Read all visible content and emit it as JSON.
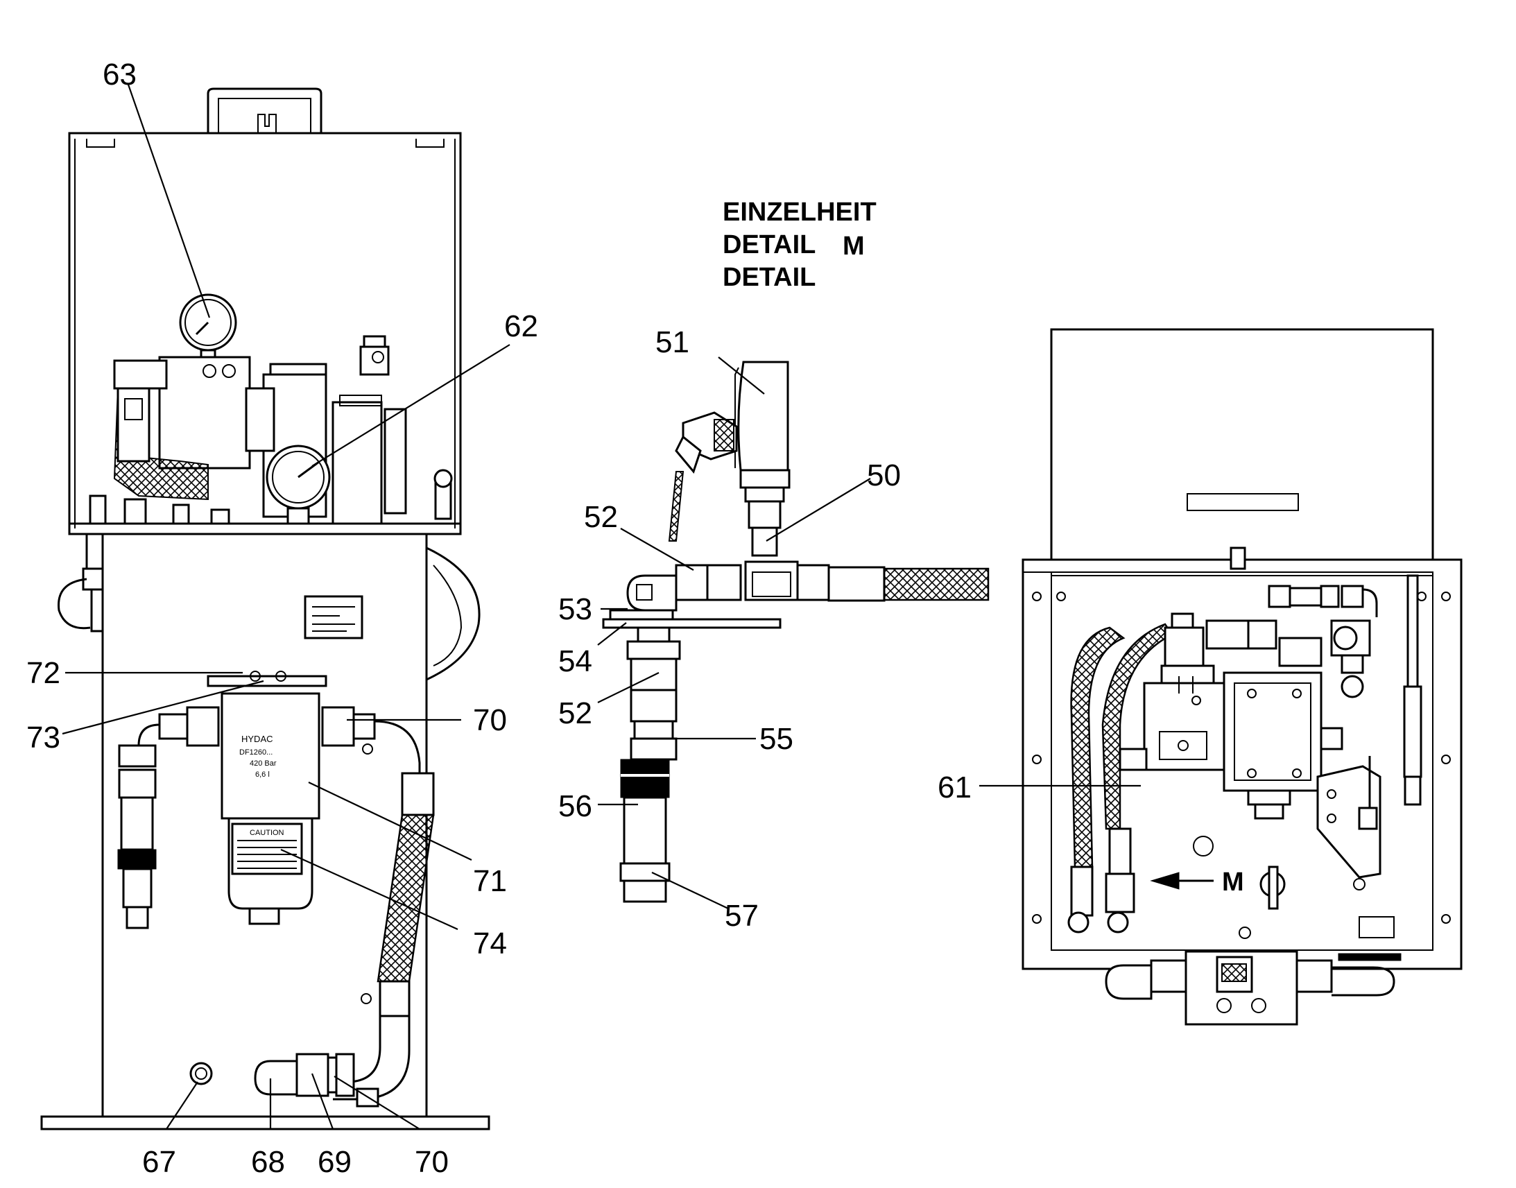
{
  "detail_title": {
    "line1": "EINZELHEIT",
    "line2": "DETAIL",
    "line2_letter": "M",
    "line3": "DETAIL"
  },
  "view_marker": "M",
  "filter_label": {
    "brand": "HYDAC",
    "line2": "DF1260... ",
    "line3": "420 Bar",
    "line4": "6,6 l"
  },
  "caution_label": {
    "heading": "CAUTION"
  },
  "callouts": [
    {
      "id": "c63",
      "text": "63"
    },
    {
      "id": "c62",
      "text": "62"
    },
    {
      "id": "c72",
      "text": "72"
    },
    {
      "id": "c73",
      "text": "73"
    },
    {
      "id": "c70a",
      "text": "70"
    },
    {
      "id": "c71",
      "text": "71"
    },
    {
      "id": "c74",
      "text": "74"
    },
    {
      "id": "c67",
      "text": "67"
    },
    {
      "id": "c68",
      "text": "68"
    },
    {
      "id": "c69",
      "text": "69"
    },
    {
      "id": "c70b",
      "text": "70"
    },
    {
      "id": "c51",
      "text": "51"
    },
    {
      "id": "c50",
      "text": "50"
    },
    {
      "id": "c52a",
      "text": "52"
    },
    {
      "id": "c53",
      "text": "53"
    },
    {
      "id": "c54",
      "text": "54"
    },
    {
      "id": "c52b",
      "text": "52"
    },
    {
      "id": "c55",
      "text": "55"
    },
    {
      "id": "c56",
      "text": "56"
    },
    {
      "id": "c57",
      "text": "57"
    },
    {
      "id": "c61",
      "text": "61"
    }
  ]
}
